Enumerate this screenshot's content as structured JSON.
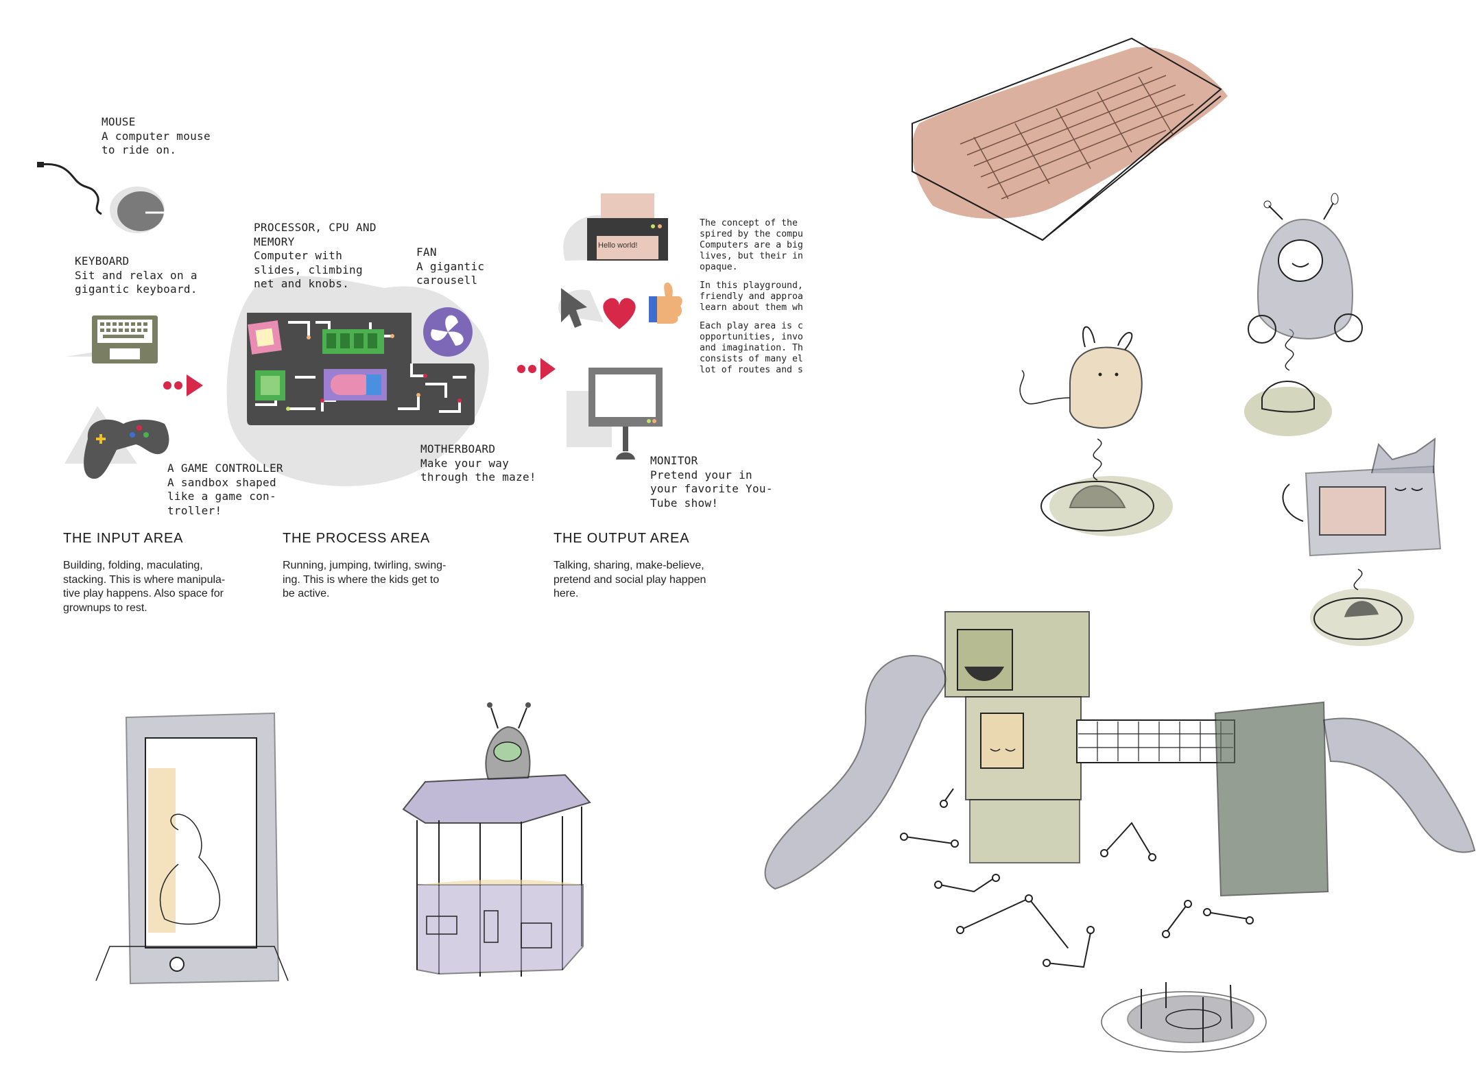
{
  "labels": {
    "mouse": {
      "title": "MOUSE",
      "lines": [
        "A computer mouse",
        "to ride on."
      ]
    },
    "keyboard": {
      "title": "KEYBOARD",
      "lines": [
        "Sit and relax on a",
        "gigantic keyboard."
      ]
    },
    "processor": {
      "title": "PROCESSOR, CPU AND",
      "lines": [
        "MEMORY",
        "Computer with",
        "slides, climbing",
        "net and knobs."
      ]
    },
    "fan": {
      "title": "FAN",
      "lines": [
        "A gigantic",
        "carousell"
      ]
    },
    "controller": {
      "title": "A GAME CONTROLLER",
      "lines": [
        "A sandbox shaped",
        "like a game con-",
        "troller!"
      ]
    },
    "motherboard": {
      "title": "MOTHERBOARD",
      "lines": [
        "Make your way",
        "through the maze!"
      ]
    },
    "monitor": {
      "title": "MONITOR",
      "lines": [
        "Pretend your in",
        "your favorite You-",
        "Tube show!"
      ]
    }
  },
  "printer_text": "Hello world!",
  "concept_paragraphs": [
    [
      "The concept of the",
      "spired by the compu",
      "Computers are a big",
      "lives, but their in",
      "opaque."
    ],
    [
      "In this playground,",
      "friendly and approa",
      "learn about them wh"
    ],
    [
      "Each play area is c",
      "opportunities, invo",
      "and imagination. Th",
      "consists of many el",
      "lot of routes and s"
    ]
  ],
  "areas": [
    {
      "title": "THE INPUT AREA",
      "lines": [
        "Building, folding, maculating,",
        "stacking. This is where manipula-",
        "tive play happens. Also space for",
        "grownups to rest."
      ]
    },
    {
      "title": "THE PROCESS  AREA",
      "lines": [
        "Running, jumping, twirling, swing-",
        "ing. This is where the kids get to",
        "be active."
      ]
    },
    {
      "title": "THE OUTPUT AREA",
      "lines": [
        "Talking, sharing, make-believe,",
        "pretend and social play happen",
        "here."
      ]
    }
  ],
  "colors": {
    "accent_red": "#d8284a",
    "gray_blob": "#e4e4e4",
    "motherboard": "#4b4b4b",
    "fan_purple": "#7d68b8",
    "keyboard_khaki": "#7a7f63",
    "skin_pink": "#e9c9bb",
    "thumb_orange": "#f0b178",
    "monitor_gray": "#7a7a7a",
    "watercolor_keyboard": "#c9856a",
    "watercolor_green": "#b7bb92",
    "watercolor_purple": "#b2a9cc"
  },
  "icons": [
    "mouse-icon",
    "keyboard-laptop-icon",
    "game-controller-icon",
    "motherboard-icon",
    "fan-icon",
    "printer-icon",
    "cursor-icon",
    "heart-icon",
    "thumbs-up-icon",
    "monitor-icon",
    "arrow-dots-icon"
  ]
}
